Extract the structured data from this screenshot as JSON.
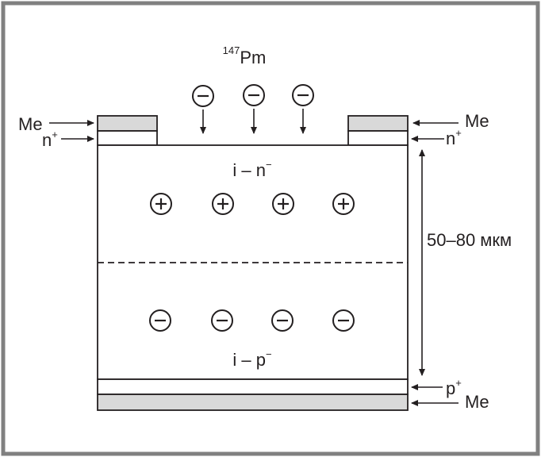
{
  "source": {
    "mass_number": "147",
    "element": "Pm",
    "particle": "electron"
  },
  "layers": {
    "upper_region": {
      "label": "i – n",
      "doping_sign": "−",
      "charge_symbol": "+",
      "charge_count": 4
    },
    "lower_region": {
      "label": "i – p",
      "doping_sign": "−",
      "charge_symbol": "−",
      "charge_count": 4
    }
  },
  "contacts": {
    "top_left_metal": "Me",
    "top_left_doped": {
      "letter": "n",
      "sup": "+"
    },
    "top_right_metal": "Me",
    "top_right_doped": {
      "letter": "n",
      "sup": "+"
    },
    "bottom_doped": {
      "letter": "p",
      "sup": "+"
    },
    "bottom_metal": "Me"
  },
  "thickness": "50–80 мкм",
  "colors": {
    "frame": "#808080",
    "metal_fill": "#d9d9d9",
    "line": "#231f20"
  },
  "icons": [
    "minus-circle-icon",
    "plus-circle-icon",
    "arrow-icon"
  ]
}
